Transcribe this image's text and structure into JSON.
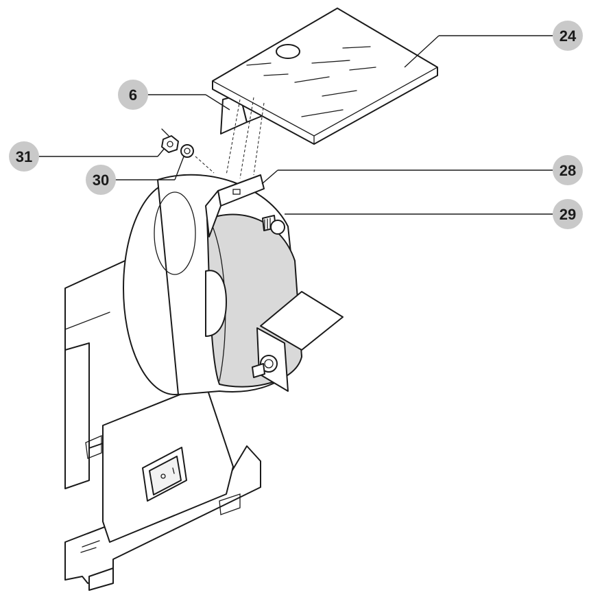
{
  "callouts": [
    {
      "id": "24",
      "label": "24",
      "part": "eye-shield"
    },
    {
      "id": "6",
      "label": "6",
      "part": "shield-bracket"
    },
    {
      "id": "31",
      "label": "31",
      "part": "nut"
    },
    {
      "id": "30",
      "label": "30",
      "part": "washer"
    },
    {
      "id": "28",
      "label": "28",
      "part": "mounting-plate"
    },
    {
      "id": "29",
      "label": "29",
      "part": "bolt"
    }
  ],
  "colors": {
    "badge": "#c9c9c9",
    "line": "#1a1a1a",
    "wheel": "#d9d9d9",
    "body": "#ffffff"
  }
}
